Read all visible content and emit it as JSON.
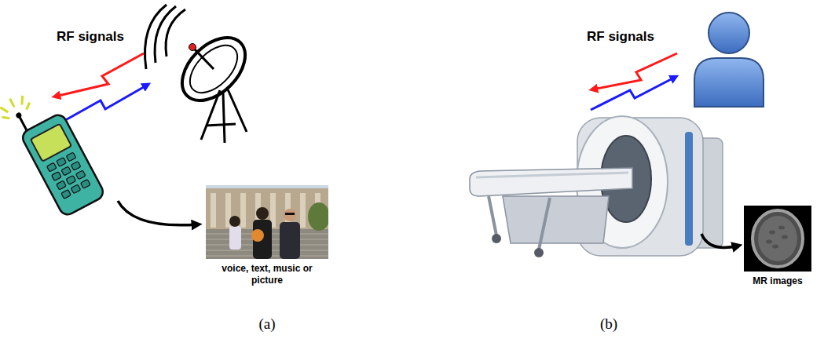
{
  "diagram": {
    "nodes": [
      {
        "text": [
          "voice, text, music or picture"
        ]
      },
      {
        "text": [
          "MR images"
        ]
      }
    ],
    "labels": [
      "RF signals",
      "(a)",
      "RF signals",
      "(b)"
    ]
  }
}
